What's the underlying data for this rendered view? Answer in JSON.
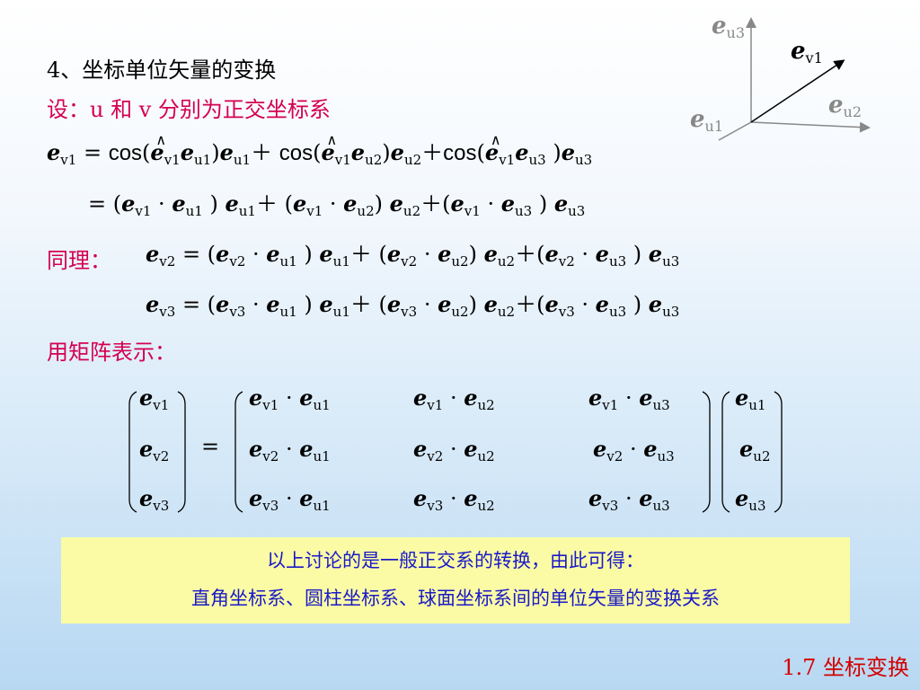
{
  "heading": "4、坐标单位矢量的变换",
  "setup": "设：u 和 v 分别为正交坐标系",
  "same_label": "同理：",
  "matrix_label": "用矩阵表示：",
  "note": {
    "line1": "以上讨论的是一般正交系的转换，由此可得：",
    "line2": "直角坐标系、圆柱坐标系、球面坐标系间的单位矢量的变换关系"
  },
  "footer": "1.7 坐标变换",
  "axes": {
    "e": "e",
    "u1": "u1",
    "u2": "u2",
    "u3": "u3",
    "v1": "v1"
  },
  "colors": {
    "red": "#d40050",
    "note_bg": "#fbfba5",
    "note_text": "#1a1ac8",
    "footer": "#d40000",
    "axis": "#888888"
  }
}
